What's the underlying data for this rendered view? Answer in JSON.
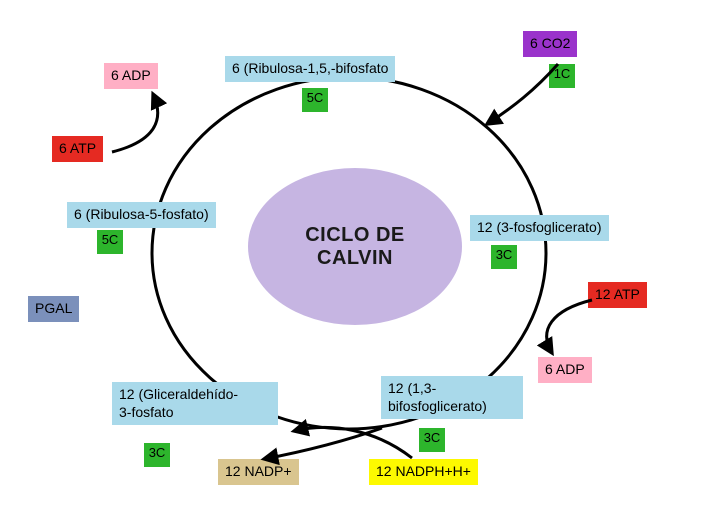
{
  "diagram": {
    "title_line1": "CICLO DE",
    "title_line2": "CALVIN"
  },
  "nodes": {
    "co2": {
      "label": "6 CO2",
      "carbons": "1C"
    },
    "rubp": {
      "label": "6 (Ribulosa-1,5,-bifosfato",
      "carbons": "5C"
    },
    "adp_top": {
      "label": "6 ADP"
    },
    "atp_top": {
      "label": "6 ATP"
    },
    "r5p": {
      "label": "6 (Ribulosa-5-fosfato)",
      "carbons": "5C"
    },
    "pga": {
      "label": "12 (3-fosfoglicerato)",
      "carbons": "3C"
    },
    "atp_right": {
      "label": "12 ATP"
    },
    "adp_right": {
      "label": "6 ADP"
    },
    "pgal": {
      "label": "PGAL"
    },
    "gap": {
      "line1": "12 (Gliceraldehído-",
      "line2": "3-fosfato",
      "carbons": "3C"
    },
    "bpg": {
      "line1": "12 (1,3-",
      "line2": "bifosfoglicerato)",
      "carbons": "3C"
    },
    "nadp": {
      "label": "12 NADP+"
    },
    "nadph": {
      "label": "12 NADPH+H+"
    }
  },
  "colors": {
    "lightblue": "#a9d9ea",
    "green": "#2db52c",
    "purple": "#9a33cb",
    "red": "#e52a22",
    "pink": "#ffafc5",
    "tan": "#d9c58f",
    "yellow": "#fdf900",
    "bluegray": "#7b90bb",
    "lavender": "#c6b5e2"
  }
}
